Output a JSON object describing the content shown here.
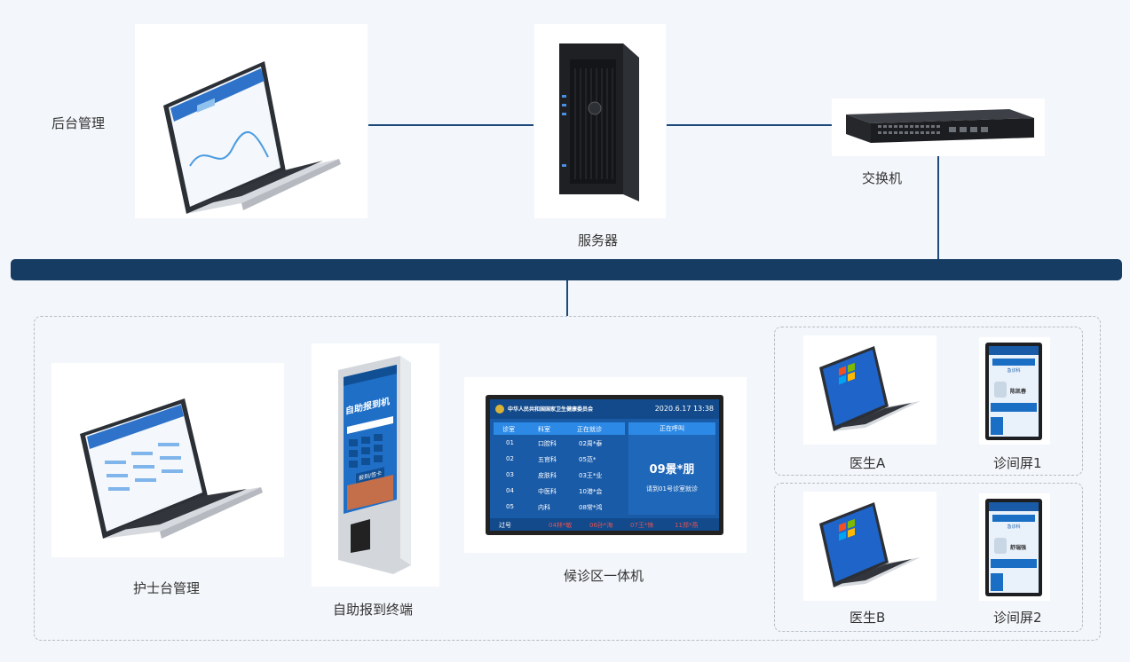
{
  "nodes": {
    "backend": "后台管理",
    "server": "服务器",
    "switch": "交换机",
    "nurse": "护士台管理",
    "kiosk": "自助报到终端",
    "waiting": "候诊区一体机",
    "doctor_a": "医生A",
    "screen1": "诊间屏1",
    "doctor_b": "医生B",
    "screen2": "诊间屏2"
  },
  "kiosk_screen": {
    "title": "自助报到机",
    "button": "报到/签卡"
  },
  "waiting_screen": {
    "org": "中华人民共和国国家卫生健康委员会",
    "datetime": "2020.6.17  13:38",
    "headers": [
      "诊室",
      "科室",
      "正在就诊"
    ],
    "calling_header": "正在呼叫",
    "rows": [
      [
        "01",
        "口腔科",
        "02周*泰"
      ],
      [
        "02",
        "五官科",
        "05范*"
      ],
      [
        "03",
        "皮肤科",
        "03王*业"
      ],
      [
        "04",
        "中医科",
        "10港*会"
      ],
      [
        "05",
        "内科",
        "08常*鸿"
      ]
    ],
    "calling_name": "09景*朋",
    "calling_msg": "请到01号诊室就诊",
    "passed_label": "过号",
    "passed": [
      "04林*敏",
      "06孙*海",
      "07王*锋",
      "11郑*燕"
    ]
  },
  "room_screen1": {
    "dept": "急诊科",
    "doctor": "陈凯春"
  },
  "room_screen2": {
    "dept": "急诊科",
    "doctor": "舒瑞强"
  },
  "colors": {
    "line": "#1d4a7a",
    "bus": "#163c63",
    "screen_blue": "#1a6fc4"
  }
}
